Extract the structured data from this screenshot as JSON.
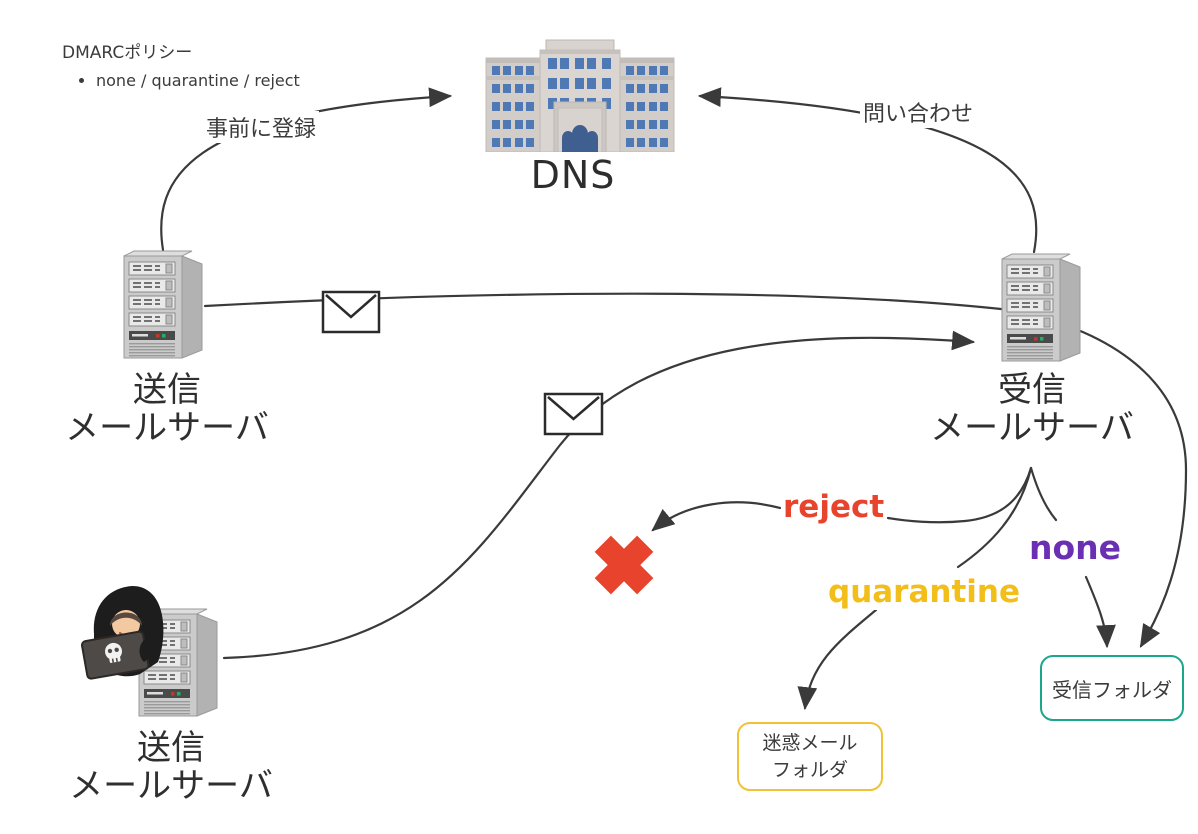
{
  "colors": {
    "line": "#3a3a3a",
    "text": "#3b3b3b",
    "reject": "#e8432c",
    "quarantine": "#f2be19",
    "none": "#6b2fb3",
    "inbox_border": "#1ca68c",
    "spam_border": "#f0c239",
    "window_blue": "#4f79b5",
    "server_gray": "#cbcbcb"
  },
  "legend": {
    "title": "DMARCポリシー",
    "item": "none / quarantine / reject"
  },
  "dns_label": "DNS",
  "labels": {
    "register": "事前に登録",
    "query": "問い合わせ"
  },
  "servers": {
    "sender": {
      "line1": "送信",
      "line2": "メールサーバ"
    },
    "receiver": {
      "line1": "受信",
      "line2": "メールサーバ"
    },
    "spoofer": {
      "line1": "送信",
      "line2": "メールサーバ"
    }
  },
  "policies": {
    "reject": "reject",
    "quarantine": "quarantine",
    "none": "none"
  },
  "folders": {
    "inbox": "受信フォルダ",
    "spam": {
      "line1": "迷惑メール",
      "line2": "フォルダ"
    }
  },
  "icons": {
    "dns": "building-icon",
    "mail": "envelope-icon",
    "server": "server-tower-icon",
    "hacker": "hacker-icon",
    "blocked": "cross-mark-icon"
  }
}
